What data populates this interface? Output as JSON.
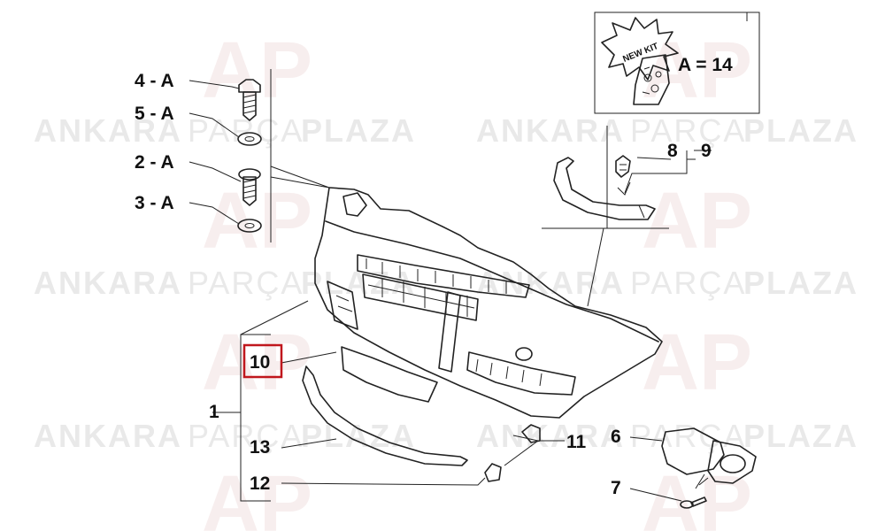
{
  "watermark": {
    "word1": "ANKARA",
    "word2": "PARÇA",
    "word3": "PLAZA",
    "logo_text": "AP"
  },
  "kit_box": {
    "starburst_text": "NEW KIT",
    "formula": "A = 14"
  },
  "labels": {
    "p1": "1",
    "p2a": "2 - A",
    "p3a": "3 - A",
    "p4a": "4 - A",
    "p5a": "5 - A",
    "p6": "6",
    "p7": "7",
    "p8": "8",
    "p9": "9",
    "p10": "10",
    "p11": "11",
    "p12": "12",
    "p13": "13"
  },
  "highlight_color": "#c0171d"
}
